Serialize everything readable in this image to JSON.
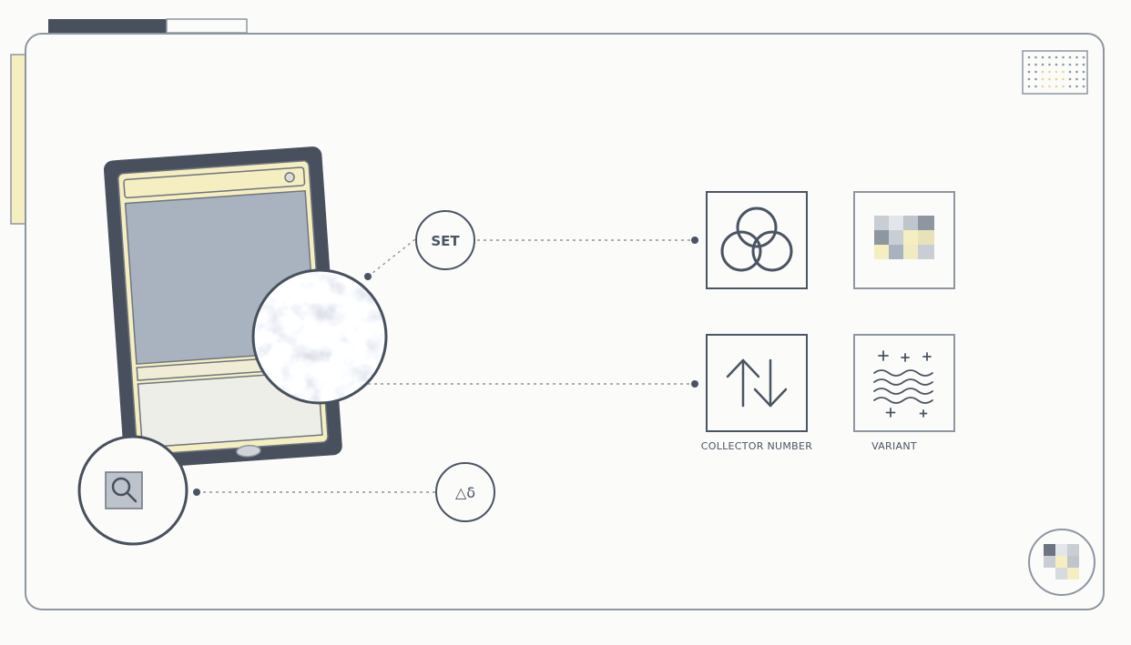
{
  "badge_set": "SET",
  "badge_symbol": "△δ",
  "labels": {
    "collector_number": "COLLECTOR NUMBER",
    "variant": "VARIANT"
  },
  "icons": {
    "top_left": "venn-circles-icon",
    "top_right": "pixel-mosaic-icon",
    "bottom_left": "up-down-arrows-icon",
    "bottom_right": "wavy-lines-sparkle-icon",
    "search": "magnifier-icon",
    "corner_grid": "dot-grid-icon",
    "corner_mosaic": "pixel-mosaic-icon"
  },
  "colors": {
    "slate": "#4a5563",
    "line": "#8e96a0",
    "cream": "#f4eec0",
    "card_gray": "#a9b3bf",
    "card_dark": "#47505c"
  }
}
